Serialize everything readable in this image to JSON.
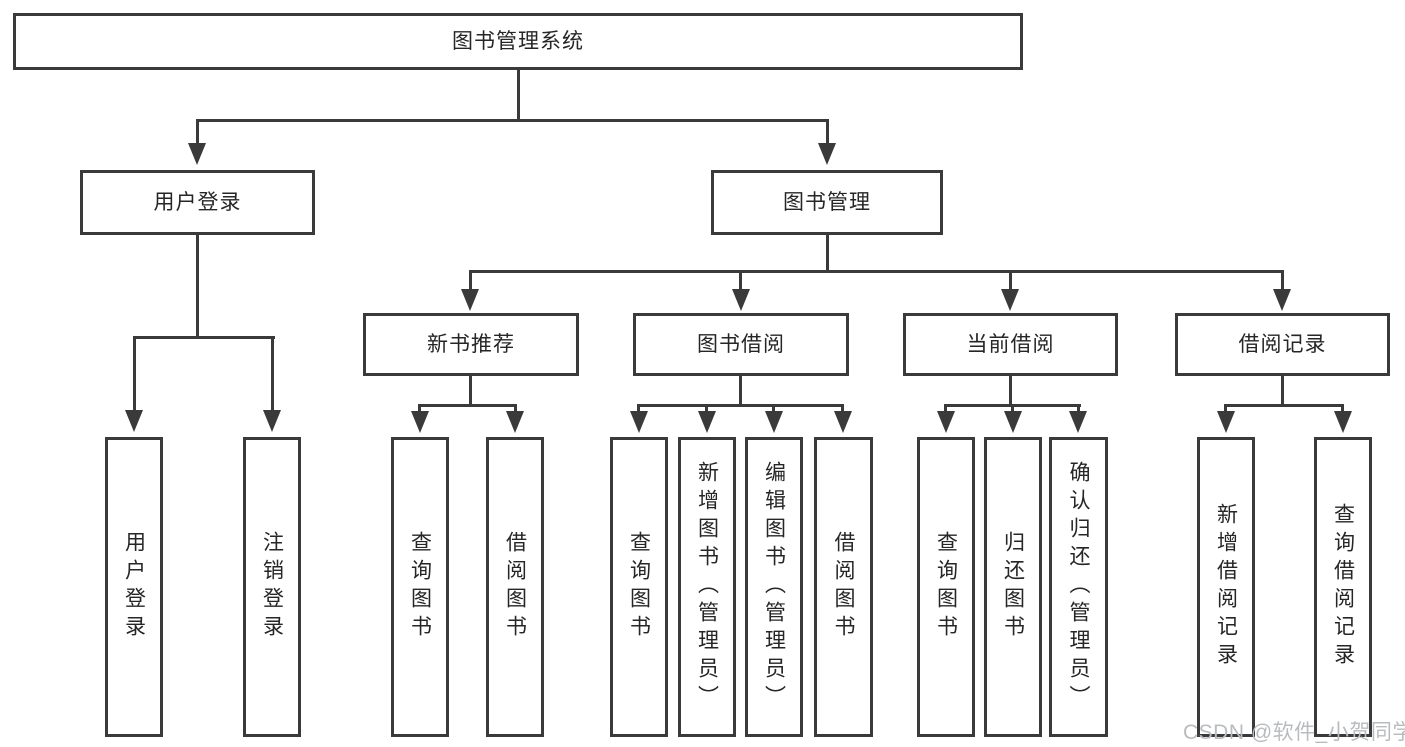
{
  "tree": {
    "root": "图书管理系统",
    "branches": [
      {
        "label": "用户登录",
        "children": [
          {
            "label": "用户登录"
          },
          {
            "label": "注销登录"
          }
        ]
      },
      {
        "label": "图书管理",
        "children": [
          {
            "label": "新书推荐",
            "children": [
              {
                "label": "查询图书"
              },
              {
                "label": "借阅图书"
              }
            ]
          },
          {
            "label": "图书借阅",
            "children": [
              {
                "label": "查询图书"
              },
              {
                "label": "新增图书（管理员）"
              },
              {
                "label": "编辑图书（管理员）"
              },
              {
                "label": "借阅图书"
              }
            ]
          },
          {
            "label": "当前借阅",
            "children": [
              {
                "label": "查询图书"
              },
              {
                "label": "归还图书"
              },
              {
                "label": "确认归还（管理员）"
              }
            ]
          },
          {
            "label": "借阅记录",
            "children": [
              {
                "label": "新增借阅记录"
              },
              {
                "label": "查询借阅记录"
              }
            ]
          }
        ]
      }
    ]
  },
  "watermark": {
    "text": "CSDN @软件_小贺同学"
  },
  "colors": {
    "background": "#ffffff",
    "box_border": "#3a3a3a",
    "connector_line": "#3a3a3a",
    "text": "#262626",
    "watermark_text": "#b9bcbf"
  }
}
